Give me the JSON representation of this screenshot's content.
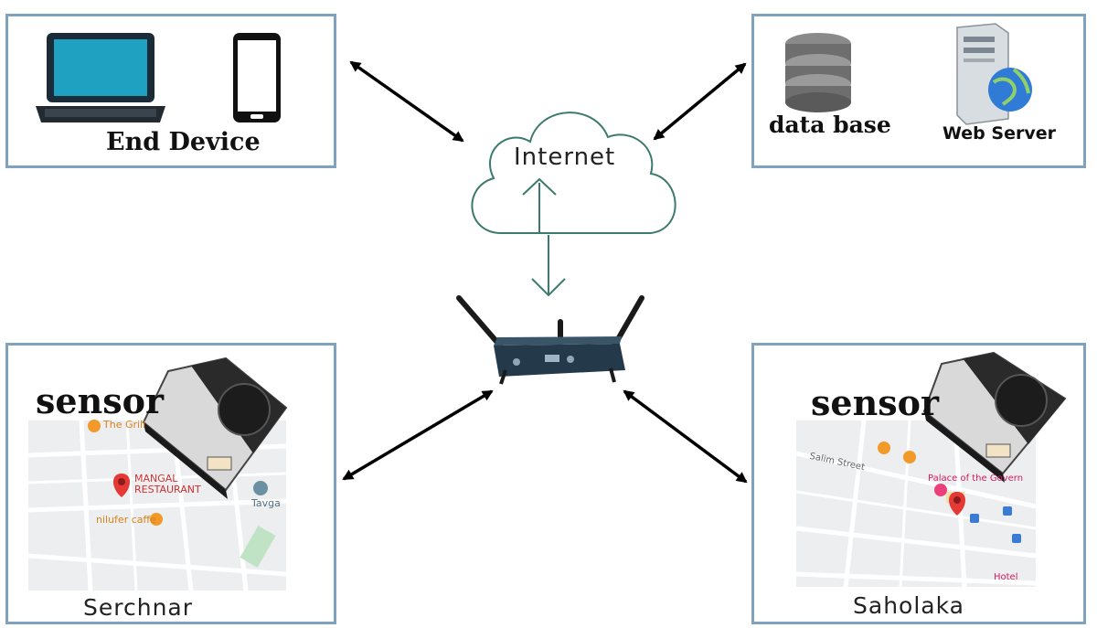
{
  "end_device": {
    "label": "End Device"
  },
  "server": {
    "database_label": "data base",
    "webserver_label": "Web Server"
  },
  "cloud": {
    "label": "Internet"
  },
  "site_left": {
    "sensor_label": "sensor",
    "location_label": "Serchnar",
    "map_labels": {
      "poi_1": "The Grill",
      "poi_2": "MANGAL RESTAURANT",
      "poi_3": "nilufer caffe",
      "poi_4": "Tavga"
    }
  },
  "site_right": {
    "sensor_label": "sensor",
    "location_label": "Saholaka",
    "map_labels": {
      "street": "Salim Street",
      "poi_1": "Palace of the Govern",
      "poi_2": "Hotel"
    }
  },
  "colors": {
    "box_border": "#7fa3bf",
    "cloud_stroke": "#3d7a6e",
    "arrow": "#000000"
  }
}
